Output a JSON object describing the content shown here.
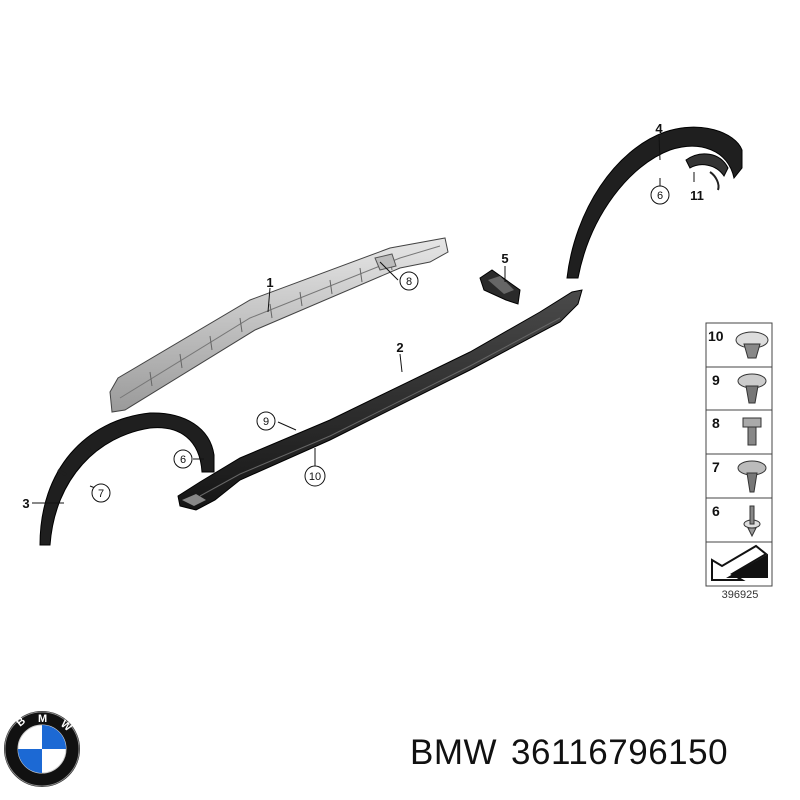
{
  "diagram": {
    "callouts": {
      "c1": "1",
      "c2": "2",
      "c3": "3",
      "c4": "4",
      "c5": "5",
      "c6a": "6",
      "c6b": "6",
      "c7": "7",
      "c8": "8",
      "c9": "9",
      "c10": "10",
      "c11": "11"
    },
    "legend": {
      "items": [
        "10",
        "9",
        "8",
        "7",
        "6"
      ]
    },
    "reference_number": "396925"
  },
  "logo": {
    "letters": [
      "B",
      "M",
      "W"
    ]
  },
  "caption": {
    "brand": "BMW",
    "part_number": "36116796150"
  },
  "colors": {
    "part_dark": "#1f1f1f",
    "part_light": "#cfcfcf",
    "logo_blue": "#1c69d4",
    "logo_ring": "#111111"
  }
}
